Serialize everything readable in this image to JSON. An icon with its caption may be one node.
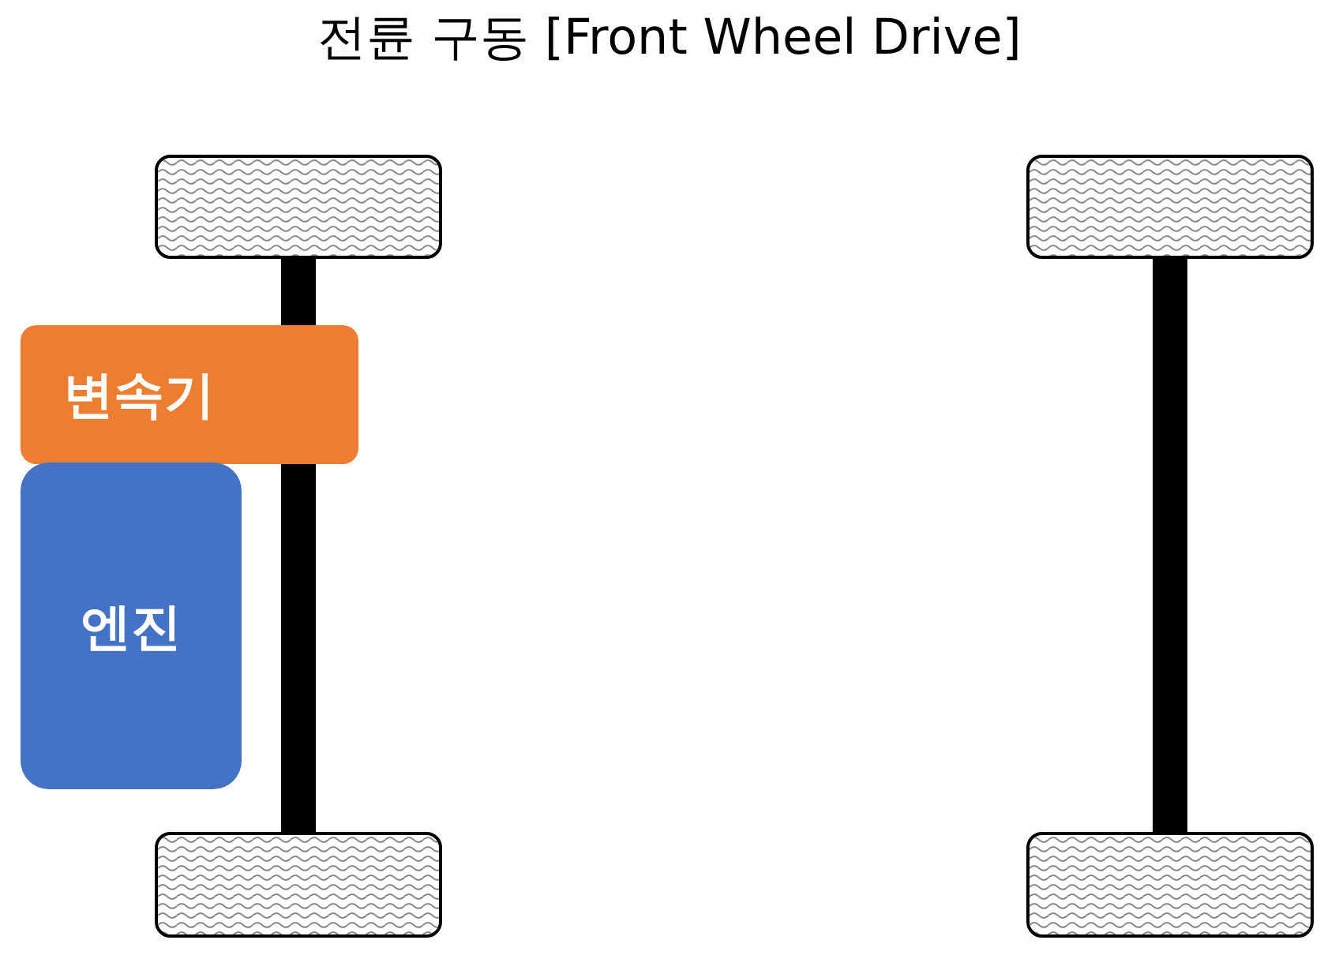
{
  "diagram": {
    "title": "전륜 구동 [Front Wheel Drive]",
    "nodes": [
      {
        "text": [],
        "shape": "box"
      },
      {
        "text": [],
        "shape": "box"
      },
      {
        "text": [],
        "shape": "bar"
      },
      {
        "text": [],
        "shape": "bar"
      },
      {
        "text": [
          "변속기"
        ]
      },
      {
        "text": [
          "엔진"
        ]
      },
      {
        "text": [],
        "shape": "box"
      },
      {
        "text": [],
        "shape": "box"
      }
    ]
  }
}
